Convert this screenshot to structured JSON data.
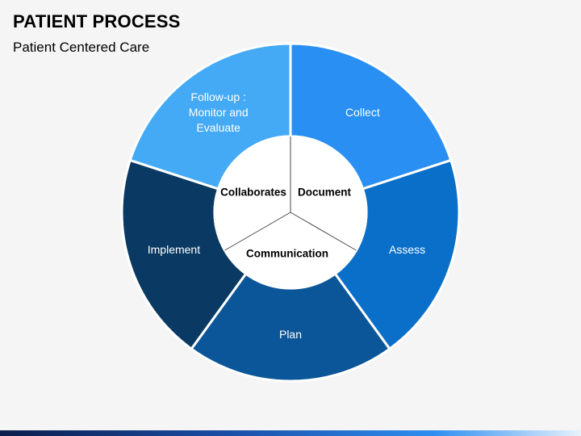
{
  "header": {
    "title": "PATIENT PROCESS",
    "subtitle": "Patient Centered Care"
  },
  "cycle": {
    "segments": [
      {
        "id": "collect",
        "lines": [
          "Collect"
        ],
        "color": "#2a8ff2"
      },
      {
        "id": "assess",
        "lines": [
          "Assess"
        ],
        "color": "#0a6fc8"
      },
      {
        "id": "plan",
        "lines": [
          "Plan"
        ],
        "color": "#0b5699"
      },
      {
        "id": "implement",
        "lines": [
          "Implement"
        ],
        "color": "#0a3a63"
      },
      {
        "id": "follow-up",
        "lines": [
          "Follow-up :",
          "Monitor and",
          "Evaluate"
        ],
        "color": "#45aaf6"
      }
    ],
    "core": [
      {
        "id": "document",
        "label": "Document"
      },
      {
        "id": "communication",
        "label": "Communication"
      },
      {
        "id": "collaborates",
        "label": "Collaborates"
      }
    ],
    "segment_text_color": "#ffffff",
    "core_text_color": "#000000",
    "core_fill": "#ffffff"
  },
  "footer": {
    "gradient": [
      "#0b1d4a",
      "#1b4fa8",
      "#2f8ff0",
      "#e8f2fc"
    ]
  }
}
